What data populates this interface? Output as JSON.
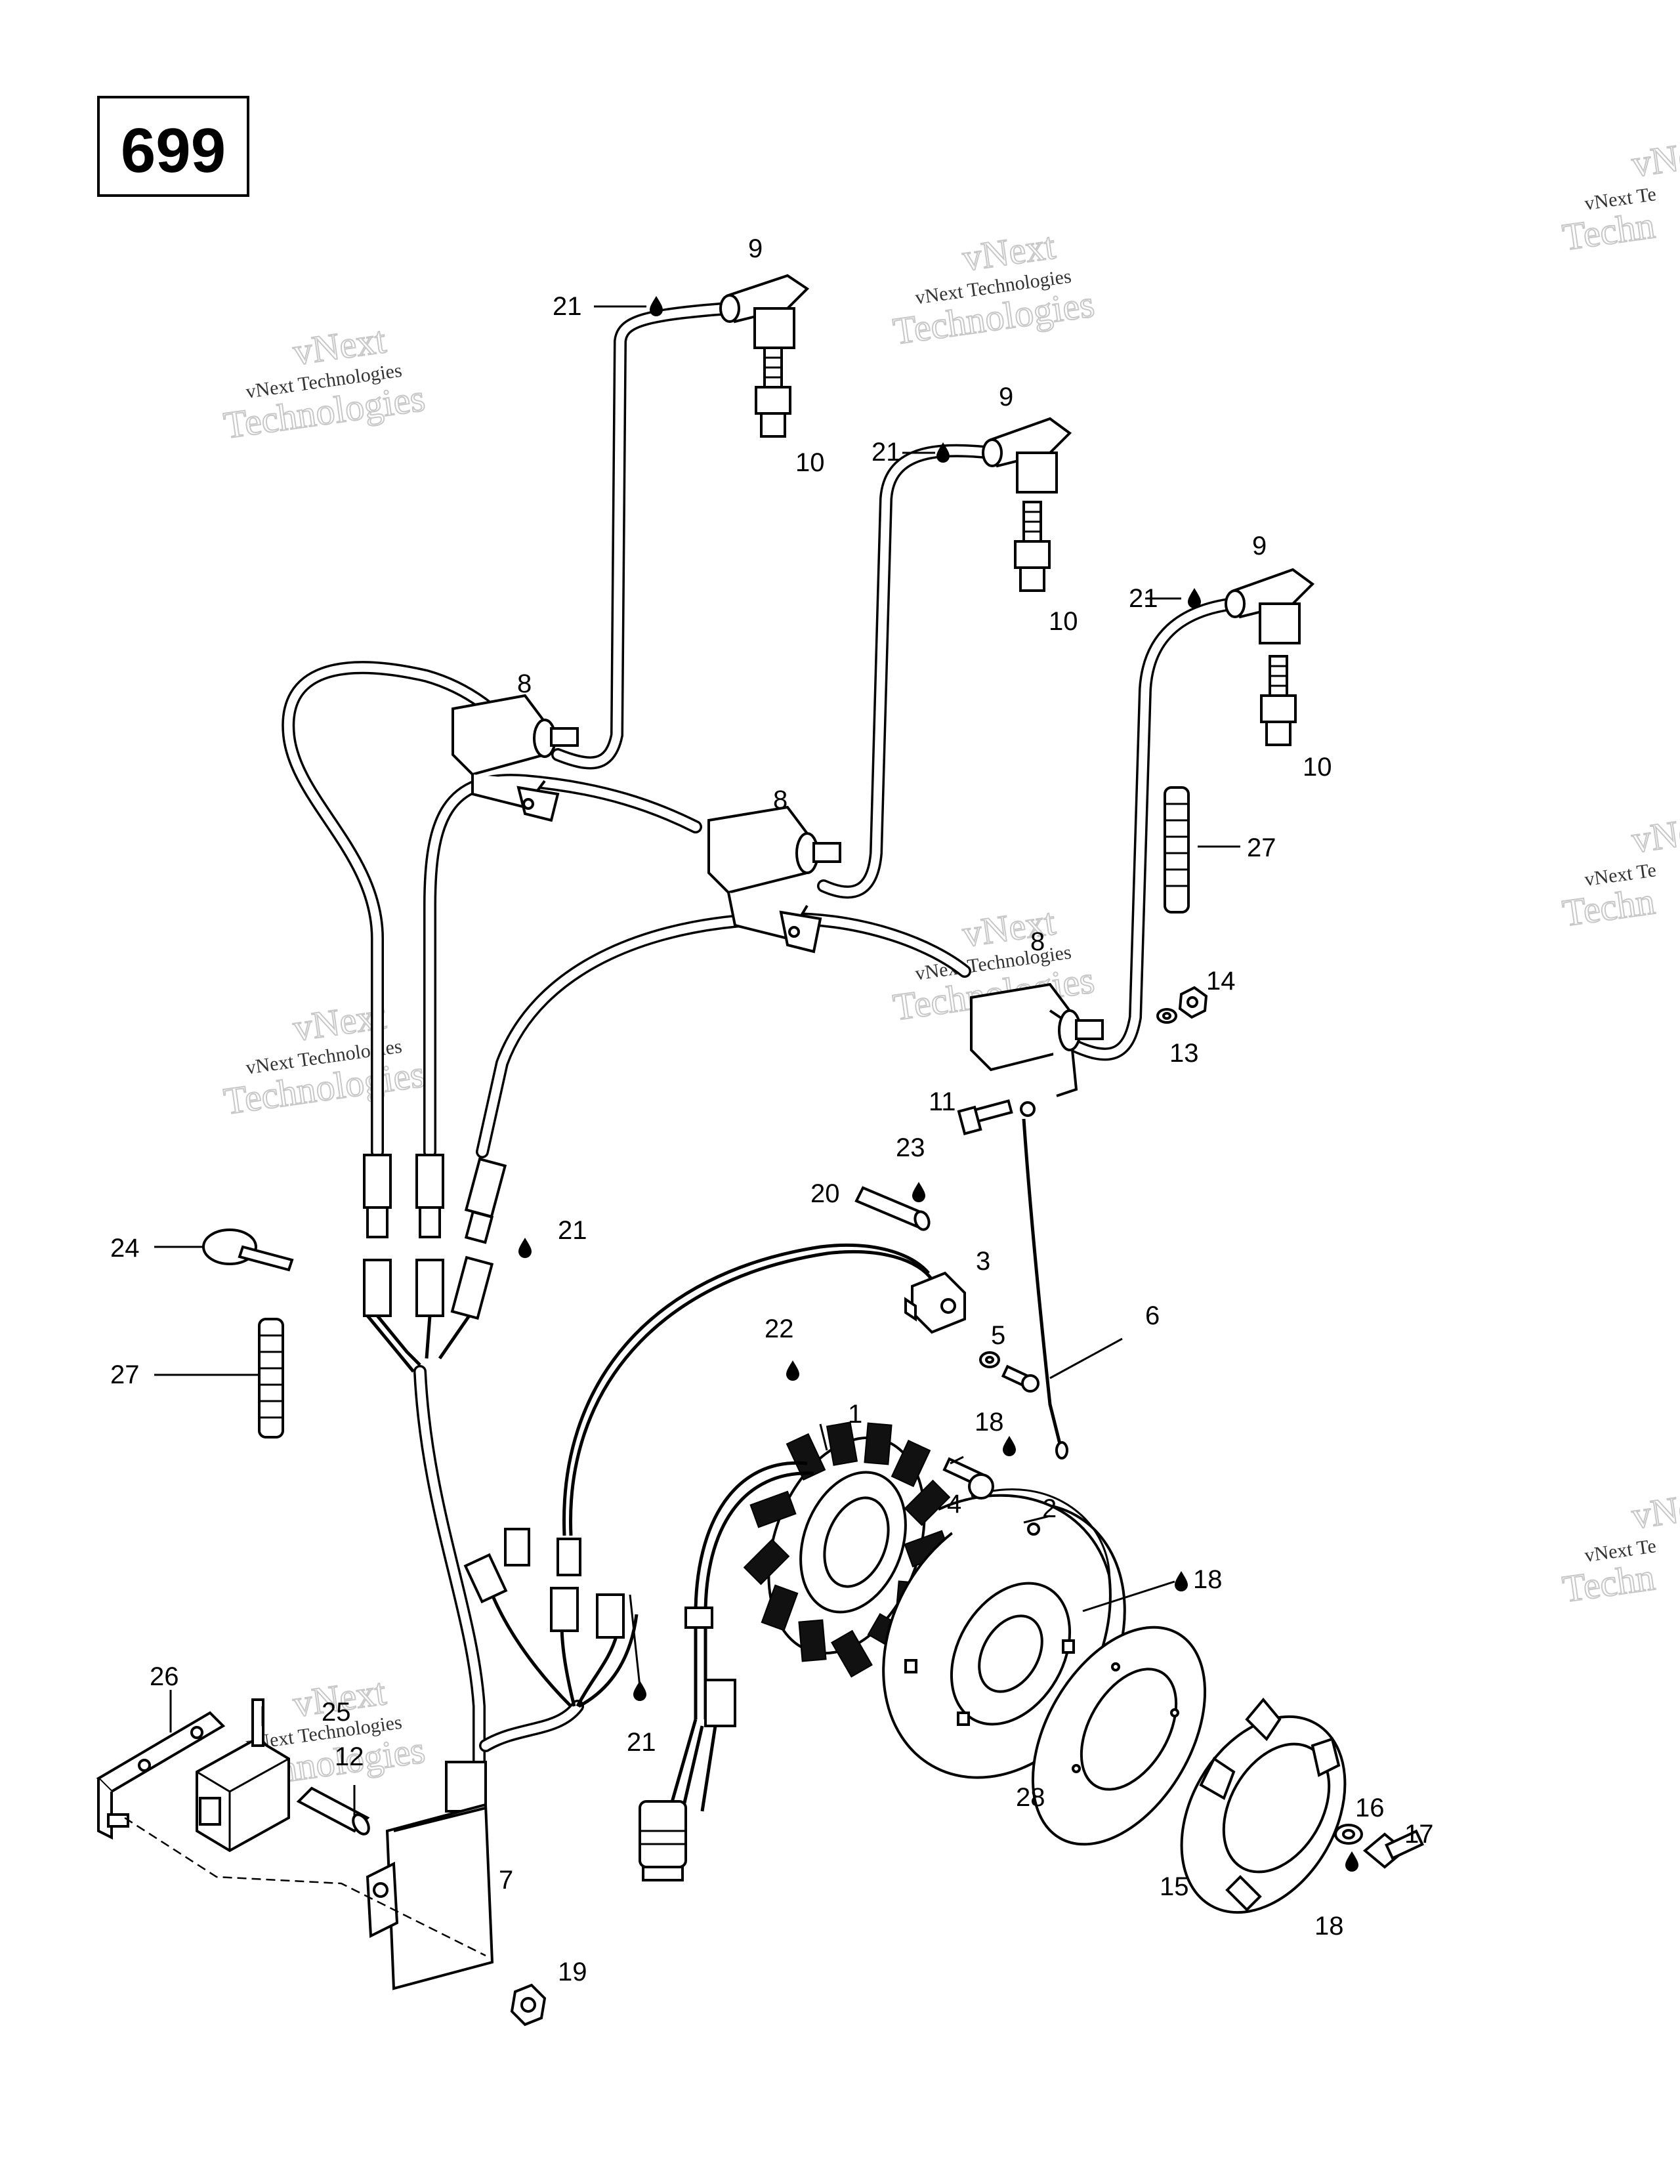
{
  "diagram_number": "699",
  "watermark": {
    "line_top": "vNext",
    "line_mid": "vNext Technologies",
    "line_bottom": "Technologies",
    "line_mid_cut": "vNext Te",
    "line_top_cut": "vNe",
    "line_bottom_cut": "Techn"
  },
  "callouts": {
    "c1": "1",
    "c2": "2",
    "c3": "3",
    "c4": "4",
    "c5": "5",
    "c6": "6",
    "c7": "7",
    "c8a": "8",
    "c8b": "8",
    "c8c": "8",
    "c9a": "9",
    "c9b": "9",
    "c9c": "9",
    "c10a": "10",
    "c10b": "10",
    "c10c": "10",
    "c11": "11",
    "c12": "12",
    "c13": "13",
    "c14": "14",
    "c15": "15",
    "c16": "16",
    "c17": "17",
    "c18a": "18",
    "c18b": "18",
    "c18c": "18",
    "c19": "19",
    "c20": "20",
    "c21a": "21",
    "c21b": "21",
    "c21c": "21",
    "c21d": "21",
    "c21e": "21",
    "c22": "22",
    "c23": "23",
    "c24": "24",
    "c25": "25",
    "c26": "26",
    "c27a": "27",
    "c27b": "27",
    "c28": "28"
  }
}
